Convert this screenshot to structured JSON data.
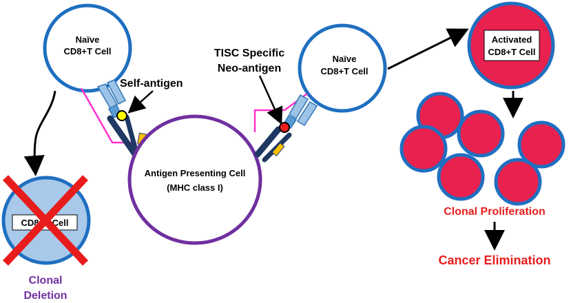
{
  "naive_cell_left": {
    "line1": "Naïve",
    "line2": "CD8+T Cell"
  },
  "self_antigen_label": "Self-antigen",
  "apc": {
    "line1": "Antigen Presenting Cell",
    "line2": "(MHC class I)"
  },
  "neo_antigen_label": {
    "line1": "TISC Specific",
    "line2": "Neo-antigen"
  },
  "naive_cell_right": {
    "line1": "Naïve",
    "line2": "CD8+T Cell"
  },
  "activated_cell": {
    "line1": "Activated",
    "line2": "CD8+T Cell"
  },
  "deleted_cell_label": "CD8+T Cell",
  "clonal_deletion": {
    "line1": "Clonal",
    "line2": "Deletion"
  },
  "clonal_proliferation": "Clonal Proliferation",
  "cancer_elimination": "Cancer Elimination",
  "colors": {
    "cell_outline_blue": "#1f6fc0",
    "apc_outline_purple": "#7030a0",
    "activated_fill_red": "#e8214f",
    "deleted_fill": "#a9c9ea",
    "x_mark_red": "#e81c1c",
    "deletion_text_purple": "#7030a0",
    "proliferation_text_red": "#e81c1c",
    "tcr_light_blue": "#5b9bd5",
    "mhc_navy": "#1f3864",
    "peptide_orange": "#ffc000",
    "cd8_magenta": "#ff33cc",
    "self_antigen_yellow": "#ffff00",
    "neo_antigen_red": "#e81c1c"
  }
}
